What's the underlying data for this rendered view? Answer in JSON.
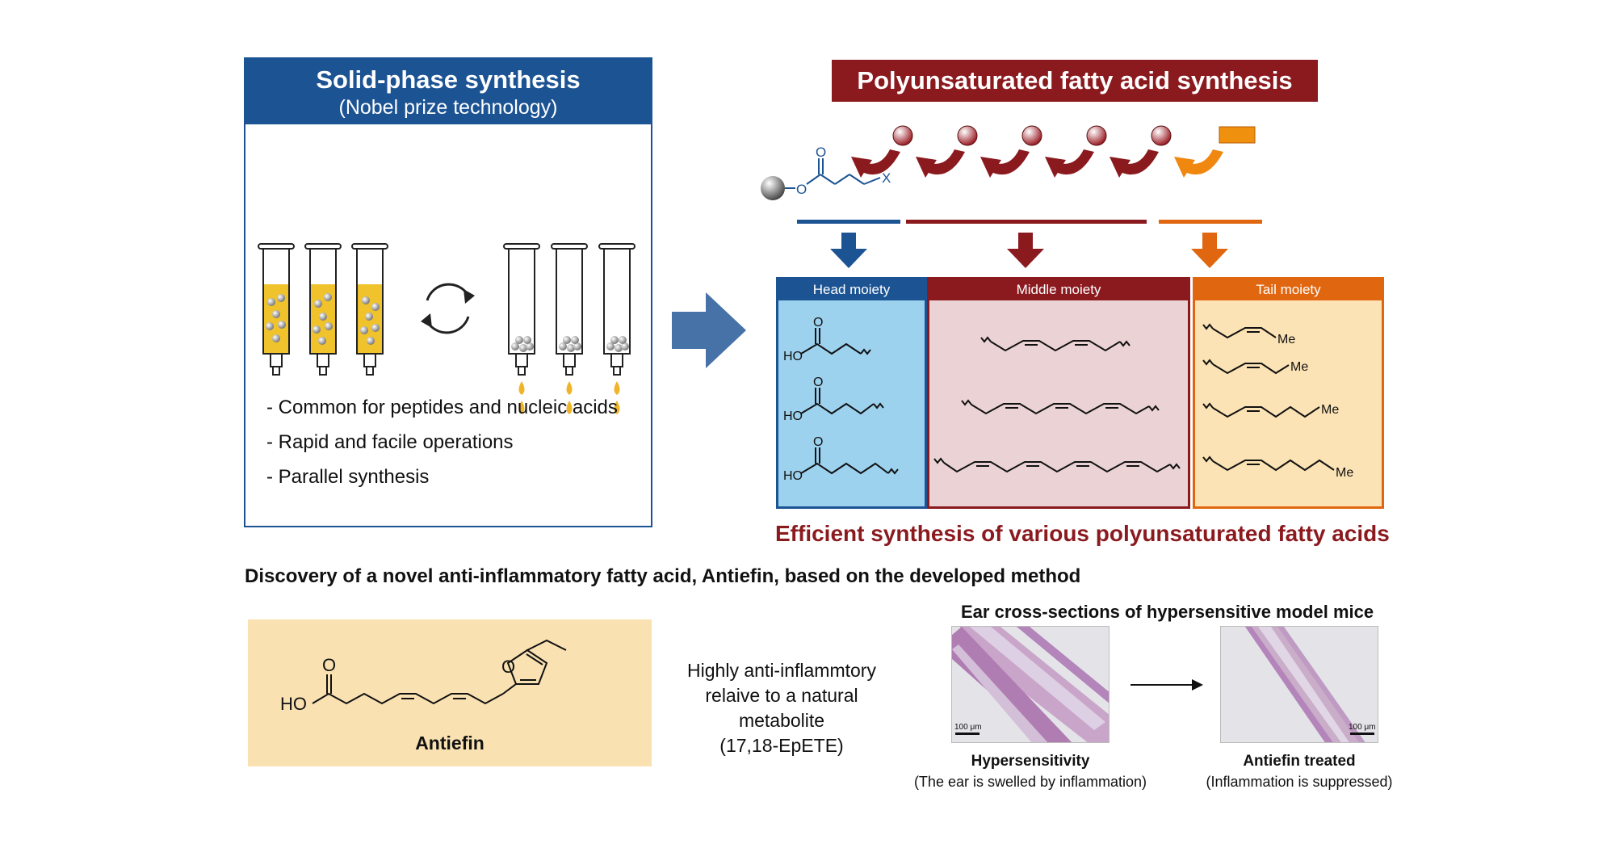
{
  "solid_phase": {
    "title": "Solid-phase synthesis",
    "subtitle": "(Nobel prize technology)",
    "bullets": [
      "- Common for peptides and nucleic acids",
      "- Rapid and facile operations",
      "- Parallel synthesis"
    ]
  },
  "pufa": {
    "title": "Polyunsaturated fatty acid synthesis",
    "resin_labels": {
      "oxygen": "O",
      "x_group": "X"
    },
    "moieties": {
      "head": {
        "label": "Head moiety",
        "hydroxyl": "HO",
        "oxygen": "O"
      },
      "middle": {
        "label": "Middle moiety"
      },
      "tail": {
        "label": "Tail moiety",
        "methyl": "Me"
      }
    },
    "result": "Efficient synthesis of various polyunsaturated fatty acids"
  },
  "discovery": {
    "heading": "Discovery of a novel anti-inflammatory fatty acid, Antiefin, based on the developed method",
    "compound": {
      "name": "Antiefin",
      "hydroxyl": "HO",
      "oxygen": "O"
    },
    "comparison": {
      "line1": "Highly anti-inflammtory",
      "line2": "relaive to a natural metabolite",
      "line3": "(17,18-EpETE)"
    },
    "ear": {
      "title": "Ear cross-sections of hypersensitive model mice",
      "left": {
        "scale_bar": "100 μm",
        "caption_bold": "Hypersensitivity",
        "caption": "(The ear is swelled by inflammation)"
      },
      "right": {
        "scale_bar": "100 μm",
        "caption_bold": "Antiefin treated",
        "caption": "(Inflammation is suppressed)"
      }
    }
  },
  "colors": {
    "blue": "#1c5393",
    "red": "#8b1a1f",
    "orange": "#e0670f",
    "yellow_liquid": "#f0c22c",
    "flow_arrow": "#4672a8"
  }
}
